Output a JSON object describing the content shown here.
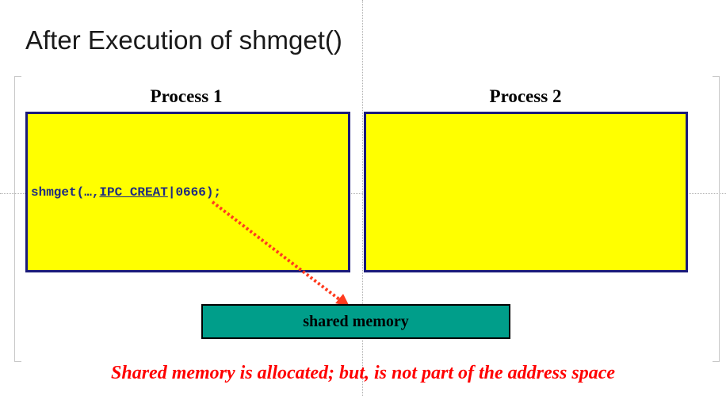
{
  "slide": {
    "title": "After Execution of shmget()",
    "caption": "Shared memory is allocated; but, is not part of the address space"
  },
  "process1": {
    "label": "Process 1",
    "code_pre": "shmget(…,",
    "code_underlined": "IPC_CREAT",
    "code_post": "|0666);"
  },
  "process2": {
    "label": "Process 2"
  },
  "shared_memory": {
    "label": "shared memory"
  },
  "colors": {
    "process_fill": "#ffff00",
    "process_border": "#1a1a7a",
    "shared_memory_fill": "#009e8a",
    "arrow": "#ff3b1f",
    "caption": "#ff0000"
  }
}
